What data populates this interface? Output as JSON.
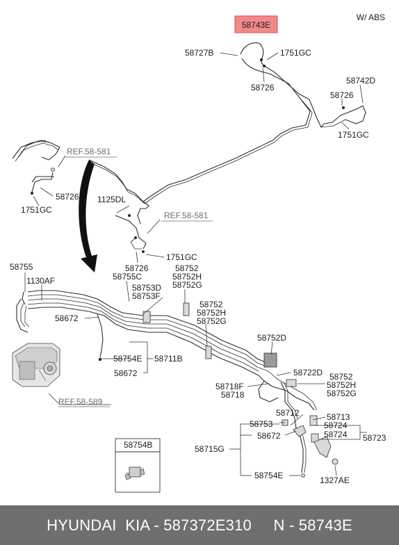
{
  "highlight": {
    "part_number": "58743E",
    "fill": "#f08a8a",
    "stroke": "#d44a4a"
  },
  "variant_note": "W/ ABS",
  "labels": {
    "l_58727B": "58727B",
    "l_1751GC_top": "1751GC",
    "l_58726_top": "58726",
    "l_58742D": "58742D",
    "l_58726_right": "58726",
    "l_1751GC_right": "1751GC",
    "l_ref_58581_left": "REF.58-581",
    "l_58726_left": "58726",
    "l_1751GC_left": "1751GC",
    "l_1125DL": "1125DL",
    "l_ref_58581_mid": "REF.58-581",
    "l_58726_mid": "58726",
    "l_1751GC_mid": "1751GC",
    "l_58755": "58755",
    "l_1130AF": "1130AF",
    "l_58755C": "58755C",
    "l_58752_a": "58752",
    "l_58752H_a": "58752H",
    "l_58752G_a": "58752G",
    "l_58753D": "58753D",
    "l_58753F": "58753F",
    "l_58752_b": "58752",
    "l_58752H_b": "58752H",
    "l_58752G_b": "58752G",
    "l_58672_a": "58672",
    "l_58752D": "58752D",
    "l_58754E_a": "58754E",
    "l_58711B": "58711B",
    "l_58672_b": "58672",
    "l_58722D": "58722D",
    "l_58752_c": "58752",
    "l_58752H_c": "58752H",
    "l_58752G_c": "58752G",
    "l_58718F": "58718F",
    "l_58718": "58718",
    "l_ref_58589": "REF.58-589",
    "l_58712": "58712",
    "l_58713": "58713",
    "l_58753": "58753",
    "l_58724_a": "58724",
    "l_58672_c": "58672",
    "l_58724_b": "58724",
    "l_58723": "58723",
    "l_58754B": "58754B",
    "l_58715G": "58715G",
    "l_58754E_b": "58754E",
    "l_1327AE": "1327AE"
  },
  "footer": {
    "text": "HYUNDAI  KIA - 587372E310     N - 58743E"
  }
}
